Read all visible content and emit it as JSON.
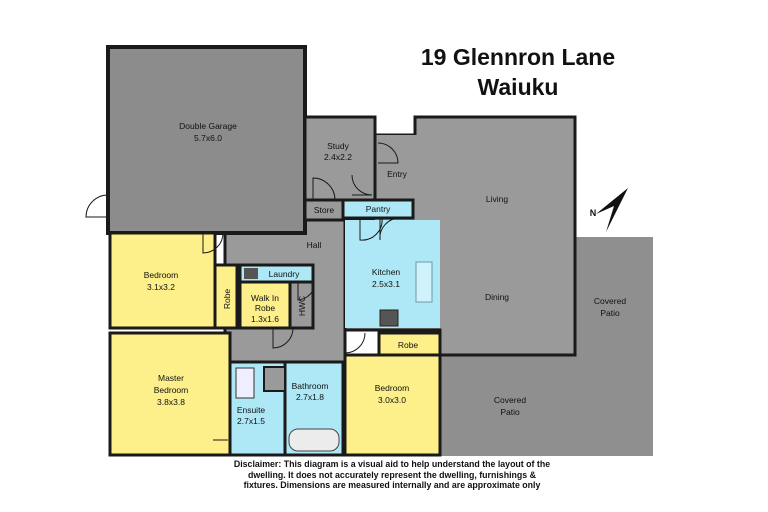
{
  "title": {
    "line1": "19 Glennron Lane",
    "line2": "Waiuku"
  },
  "rooms": {
    "double_garage": {
      "name": "Double Garage",
      "dims": "5.7x6.0"
    },
    "study": {
      "name": "Study",
      "dims": "2.4x2.2"
    },
    "entry": {
      "name": "Entry"
    },
    "living": {
      "name": "Living"
    },
    "dining": {
      "name": "Dining"
    },
    "store": {
      "name": "Store"
    },
    "pantry": {
      "name": "Pantry"
    },
    "hall": {
      "name": "Hall"
    },
    "kitchen": {
      "name": "Kitchen",
      "dims": "2.5x3.1"
    },
    "bedroom1": {
      "name": "Bedroom",
      "dims": "3.1x3.2"
    },
    "robe1": {
      "name": "Robe"
    },
    "laundry": {
      "name": "Laundry"
    },
    "walk_in_robe": {
      "line1": "Walk In",
      "line2": "Robe",
      "dims": "1.3x1.6"
    },
    "hwc": {
      "name": "HWC"
    },
    "master_bedroom": {
      "line1": "Master",
      "line2": "Bedroom",
      "dims": "3.8x3.8"
    },
    "bathroom": {
      "name": "Bathroom",
      "dims": "2.7x1.8"
    },
    "ensuite": {
      "name": "Ensuite",
      "dims": "2.7x1.5"
    },
    "bedroom2": {
      "name": "Bedroom",
      "dims": "3.0x3.0"
    },
    "robe2": {
      "name": "Robe"
    },
    "covered_patio_1": {
      "line1": "Covered",
      "line2": "Patio"
    },
    "covered_patio_2": {
      "line1": "Covered",
      "line2": "Patio"
    }
  },
  "compass": {
    "label": "N"
  },
  "disclaimer": {
    "line1": "Disclaimer: This diagram is a visual aid to help understand the layout of the",
    "line2": "dwelling. It does not accurately represent the dwelling, furnishings &",
    "line3": "fixtures. Dimensions are measured internally and are approximate only"
  },
  "colors": {
    "garage": "#8c8c8c",
    "bedroom": "#fdf08a",
    "wet": "#aee8f6",
    "living": "#9a9a9a",
    "patio": "#8f8f8f",
    "wall": "#1a1a1a"
  }
}
